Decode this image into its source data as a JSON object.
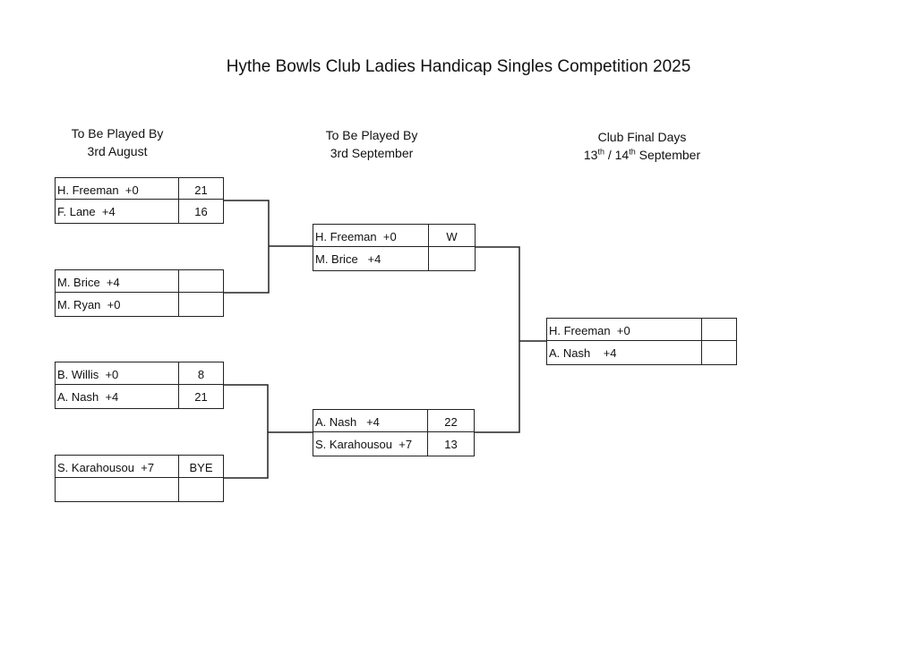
{
  "title": "Hythe Bowls Club Ladies Handicap Singles Competition 2025",
  "rounds": [
    {
      "heading_line1": "To Be Played By",
      "heading_line2": "3rd August"
    },
    {
      "heading_line1": "To Be Played By",
      "heading_line2": "3rd September"
    },
    {
      "heading_line1": "Club Final Days",
      "heading_line2_a": "13",
      "heading_line2_a_sup": "th",
      "heading_line2_b": " / 14",
      "heading_line2_b_sup": "th",
      "heading_line2_c": " September"
    }
  ],
  "matches": [
    {
      "player1": "H. Freeman  +0",
      "score1": "21",
      "player2": "F. Lane  +4",
      "score2": "16"
    },
    {
      "player1": "M. Brice  +4",
      "score1": "",
      "player2": "M. Ryan  +0",
      "score2": ""
    },
    {
      "player1": "B. Willis  +0",
      "score1": "8",
      "player2": "A. Nash  +4",
      "score2": "21"
    },
    {
      "player1": "S. Karahousou  +7",
      "score1": "BYE",
      "player2": "",
      "score2": ""
    },
    {
      "player1": "H. Freeman  +0",
      "score1": "W",
      "player2": "M. Brice   +4",
      "score2": ""
    },
    {
      "player1": "A. Nash   +4",
      "score1": "22",
      "player2": "S. Karahousou  +7",
      "score2": "13"
    },
    {
      "player1": "H. Freeman  +0",
      "score1": "",
      "player2": "A. Nash    +4",
      "score2": ""
    }
  ]
}
